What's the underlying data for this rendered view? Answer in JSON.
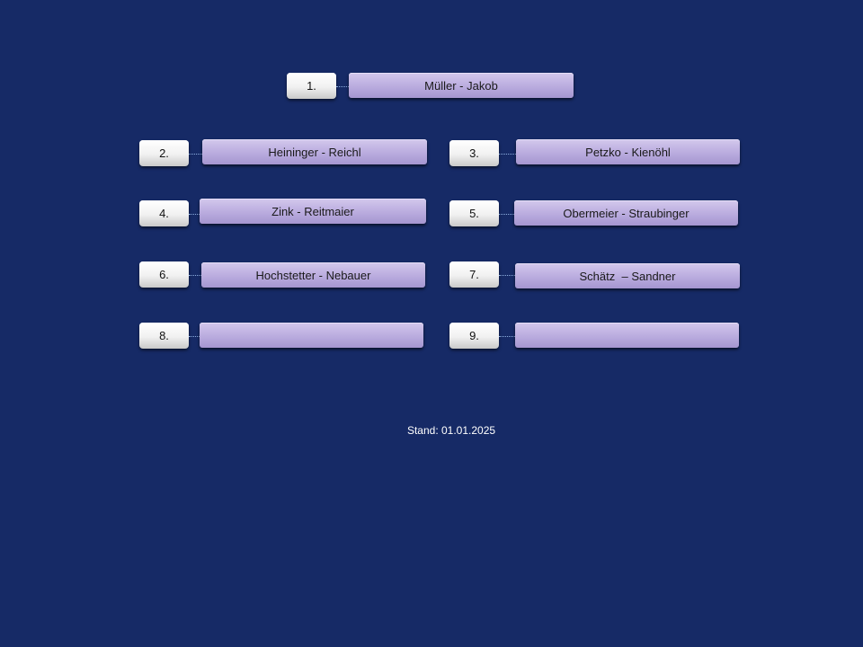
{
  "ranking": [
    {
      "rank": "1.",
      "names": "Müller - Jakob"
    },
    {
      "rank": "2.",
      "names": "Heininger - Reichl"
    },
    {
      "rank": "3.",
      "names": "Petzko - Kienöhl"
    },
    {
      "rank": "4.",
      "names": "Zink - Reitmaier"
    },
    {
      "rank": "5.",
      "names": "Obermeier - Straubinger"
    },
    {
      "rank": "6.",
      "names": "Hochstetter - Nebauer"
    },
    {
      "rank": "7.",
      "names": "Schätz  – Sandner"
    },
    {
      "rank": "8.",
      "names": ""
    },
    {
      "rank": "9.",
      "names": ""
    }
  ],
  "footer": {
    "stand": "Stand: 01.01.2025"
  },
  "colors": {
    "background": "#162a66",
    "name_box": "#bcaee0",
    "rank_box": "#f1f1f1",
    "connector": "#8fb0e0"
  }
}
